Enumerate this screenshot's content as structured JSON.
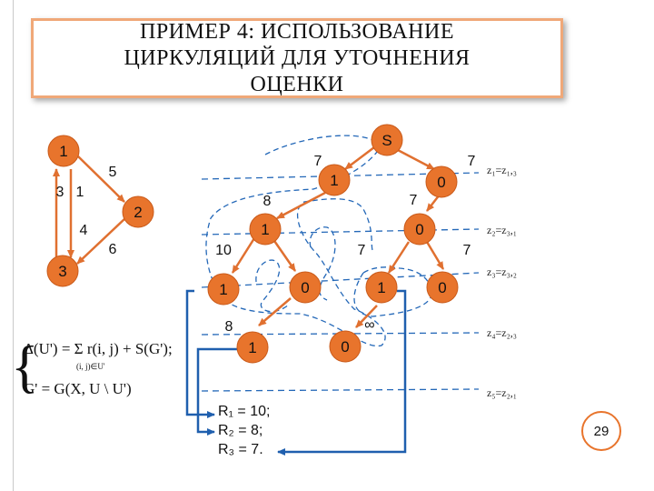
{
  "title_lines": [
    "ПРИМЕР 4: ИСПОЛЬЗОВАНИЕ",
    "ЦИРКУЛЯЦИЙ ДЛЯ УТОЧНЕНИЯ",
    "ОЦЕНКИ"
  ],
  "small_graph": {
    "nodes": [
      "1",
      "2",
      "3"
    ],
    "edge_labels": [
      "5",
      "3",
      "1",
      "4",
      "6"
    ]
  },
  "tree": {
    "nodes": [
      "S",
      "1",
      "0",
      "1",
      "0",
      "1",
      "0",
      "1",
      "0",
      "1",
      "0"
    ],
    "edge_labels": [
      "7",
      "7",
      "8",
      "7",
      "10",
      "7",
      "7",
      "8",
      "∞"
    ]
  },
  "levels": [
    "z₁=z₁,₃",
    "z₂=z₃,₁",
    "z₃=z₃,₂",
    "z₄=z₂,₃",
    "z₅=z₂,₁"
  ],
  "formula": {
    "line1": "Δ(U') = Σ r(i, j) + S(G');",
    "sum_subscript": "(i, j)∈U'",
    "line2": "G' = G(X, U \\ U')"
  },
  "results": [
    "R₁ = 10;",
    "R₂ = 8;",
    "R₃ = 7."
  ],
  "page_number": "29",
  "colors": {
    "node_fill": "#e8742c",
    "node_stroke": "#c95a1a",
    "edge": "#e07030",
    "dashed": "#2468b8",
    "arrow_blue": "#1f5fae",
    "title_border": "#f0a878"
  }
}
